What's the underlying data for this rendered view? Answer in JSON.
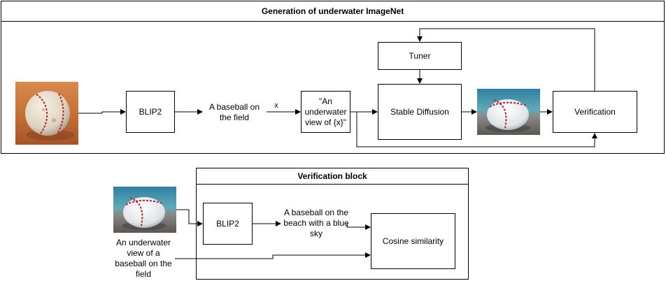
{
  "main_panel": {
    "title": "Generation of underwater ImageNet",
    "blip2_label": "BLIP2",
    "caption_text": "A baseball on the field",
    "x_label": "x",
    "prompt_text": "\"An underwater view of {x}\"",
    "tuner_label": "Tuner",
    "stable_diffusion_label": "Stable Diffusion",
    "verification_label": "Verification",
    "input_image_icon": "baseball-on-clay-photo",
    "generated_image_icon": "underwater-baseball-photo"
  },
  "verification_block": {
    "title": "Verification block",
    "blip2_label": "BLIP2",
    "caption_text": "A baseball on the beach with a blue sky",
    "cosine_label": "Cosine similarity",
    "source_prompt_text": "An underwater view of a baseball on the field",
    "image_icon": "underwater-baseball-photo"
  }
}
